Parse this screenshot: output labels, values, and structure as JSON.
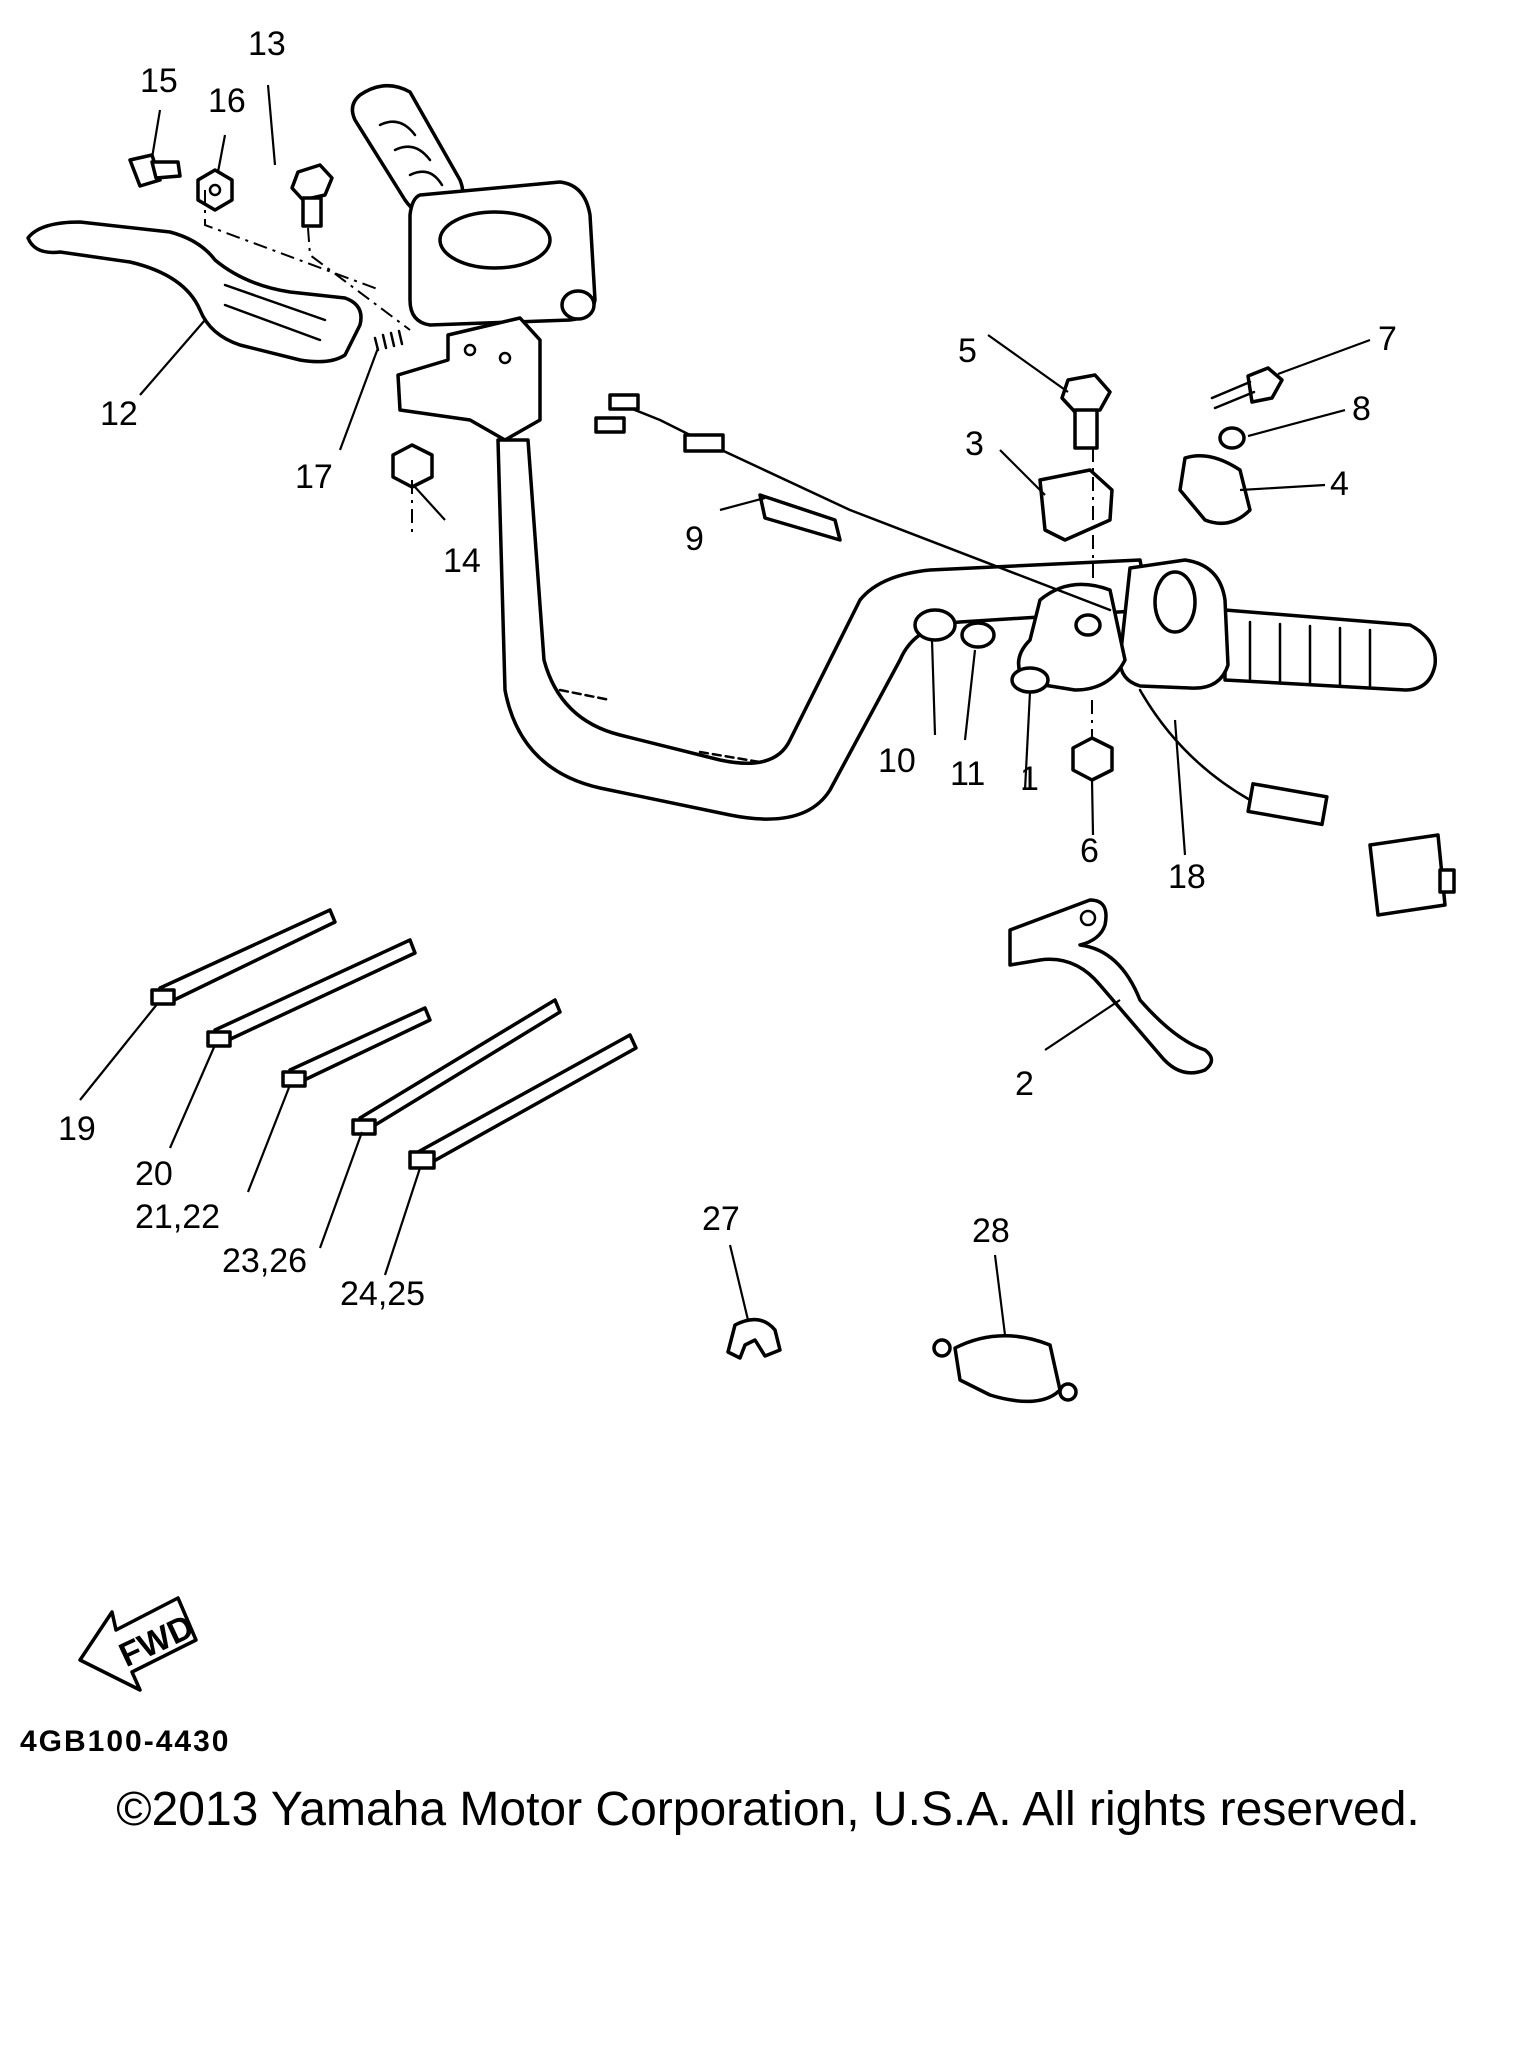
{
  "drawing_code": "4GB100-4430",
  "copyright": "©2013 Yamaha Motor Corporation, U.S.A. All rights reserved.",
  "fwd_label": "FWD",
  "callouts": [
    {
      "id": "1",
      "text": "1"
    },
    {
      "id": "2",
      "text": "2"
    },
    {
      "id": "3",
      "text": "3"
    },
    {
      "id": "4",
      "text": "4"
    },
    {
      "id": "5",
      "text": "5"
    },
    {
      "id": "6",
      "text": "6"
    },
    {
      "id": "7",
      "text": "7"
    },
    {
      "id": "8",
      "text": "8"
    },
    {
      "id": "9",
      "text": "9"
    },
    {
      "id": "10",
      "text": "10"
    },
    {
      "id": "11",
      "text": "11"
    },
    {
      "id": "12",
      "text": "12"
    },
    {
      "id": "13",
      "text": "13"
    },
    {
      "id": "14",
      "text": "14"
    },
    {
      "id": "15",
      "text": "15"
    },
    {
      "id": "16",
      "text": "16"
    },
    {
      "id": "17",
      "text": "17"
    },
    {
      "id": "18",
      "text": "18"
    },
    {
      "id": "19",
      "text": "19"
    },
    {
      "id": "20",
      "text": "20"
    },
    {
      "id": "21-22",
      "text": "21,22"
    },
    {
      "id": "23-26",
      "text": "23,26"
    },
    {
      "id": "24-25",
      "text": "24,25"
    },
    {
      "id": "27",
      "text": "27"
    },
    {
      "id": "28",
      "text": "28"
    }
  ]
}
